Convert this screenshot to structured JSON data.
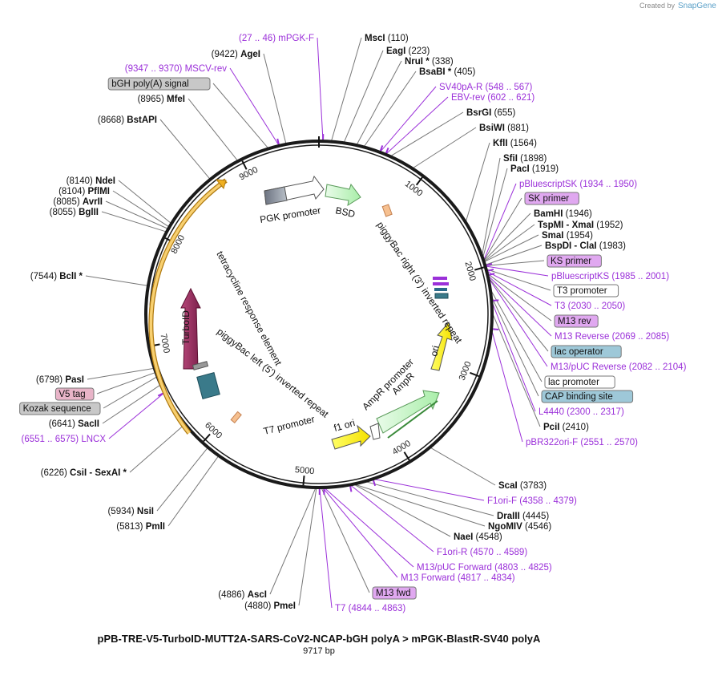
{
  "branding": {
    "created_by": "Created by",
    "product": "SnapGene"
  },
  "plasmid": {
    "name": "pPB-TRE-V5-TurboID-MUTT2A-SARS-CoV2-NCAP-bGH polyA > mPGK-BlastR-SV40 polyA",
    "length_label": "9717 bp",
    "length_bp": 9717
  },
  "ticks": [
    "1000",
    "2000",
    "3000",
    "4000",
    "5000",
    "6000",
    "7000",
    "8000",
    "9000"
  ],
  "features": [
    {
      "name": "PGK promoter",
      "type": "promoter"
    },
    {
      "name": "BSD",
      "type": "cds"
    },
    {
      "name": "piggyBac right (3') inverted repeat",
      "type": "repeat"
    },
    {
      "name": "ori",
      "type": "origin"
    },
    {
      "name": "AmpR",
      "type": "cds"
    },
    {
      "name": "AmpR promoter",
      "type": "promoter"
    },
    {
      "name": "f1 ori",
      "type": "origin"
    },
    {
      "name": "T7 promoter",
      "type": "promoter"
    },
    {
      "name": "piggyBac left (5') inverted repeat",
      "type": "repeat"
    },
    {
      "name": "tetracycline response element",
      "type": "misc"
    },
    {
      "name": "TurboID",
      "type": "cds"
    }
  ],
  "left_labels": [
    {
      "pos": "(27 .. 46)",
      "name": "mPGK-F",
      "style": "primer"
    },
    {
      "pos": "(9422)",
      "name": "AgeI",
      "style": "enzyme"
    },
    {
      "pos": "(9347 .. 9370)",
      "name": "MSCV-rev",
      "style": "primer"
    },
    {
      "pos": "",
      "name": "bGH poly(A) signal",
      "style": "box-gray"
    },
    {
      "pos": "(8965)",
      "name": "MfeI",
      "style": "enzyme"
    },
    {
      "pos": "(8668)",
      "name": "BstAPI",
      "style": "enzyme"
    },
    {
      "pos": "(8140)",
      "name": "NdeI",
      "style": "enzyme"
    },
    {
      "pos": "(8104)",
      "name": "PflMI",
      "style": "enzyme"
    },
    {
      "pos": "(8085)",
      "name": "AvrII",
      "style": "enzyme"
    },
    {
      "pos": "(8055)",
      "name": "BglII",
      "style": "enzyme"
    },
    {
      "pos": "(7544)",
      "name": "BclI *",
      "style": "enzyme"
    },
    {
      "pos": "(6798)",
      "name": "PasI",
      "style": "enzyme"
    },
    {
      "pos": "",
      "name": "V5 tag",
      "style": "box-pink"
    },
    {
      "pos": "",
      "name": "Kozak sequence",
      "style": "box-gray"
    },
    {
      "pos": "(6641)",
      "name": "SacII",
      "style": "enzyme"
    },
    {
      "pos": "(6551 .. 6575)",
      "name": "LNCX",
      "style": "primer"
    },
    {
      "pos": "(6226)",
      "name": "CsiI  - SexAI *",
      "style": "enzyme"
    },
    {
      "pos": "(5934)",
      "name": "NsiI",
      "style": "enzyme"
    },
    {
      "pos": "(5813)",
      "name": "PmlI",
      "style": "enzyme"
    },
    {
      "pos": "(4886)",
      "name": "AscI",
      "style": "enzyme"
    },
    {
      "pos": "(4880)",
      "name": "PmeI",
      "style": "enzyme"
    }
  ],
  "right_labels": [
    {
      "name": "MscI",
      "pos": "(110)",
      "style": "enzyme"
    },
    {
      "name": "EagI",
      "pos": "(223)",
      "style": "enzyme"
    },
    {
      "name": "NruI *",
      "pos": "(338)",
      "style": "enzyme"
    },
    {
      "name": "BsaBI *",
      "pos": "(405)",
      "style": "enzyme"
    },
    {
      "name": "SV40pA-R",
      "pos": "(548 .. 567)",
      "style": "primer"
    },
    {
      "name": "EBV-rev",
      "pos": "(602 .. 621)",
      "style": "primer"
    },
    {
      "name": "BsrGI",
      "pos": "(655)",
      "style": "enzyme"
    },
    {
      "name": "BsiWI",
      "pos": "(881)",
      "style": "enzyme"
    },
    {
      "name": "KflI",
      "pos": "(1564)",
      "style": "enzyme"
    },
    {
      "name": "SfiI",
      "pos": "(1898)",
      "style": "enzyme"
    },
    {
      "name": "PacI",
      "pos": "(1919)",
      "style": "enzyme"
    },
    {
      "name": "pBluescriptSK",
      "pos": "(1934 .. 1950)",
      "style": "primer"
    },
    {
      "name": "SK primer",
      "pos": "",
      "style": "box-purple"
    },
    {
      "name": "BamHI",
      "pos": "(1946)",
      "style": "enzyme"
    },
    {
      "name": "TspMI  - XmaI",
      "pos": "(1952)",
      "style": "enzyme"
    },
    {
      "name": "SmaI",
      "pos": "(1954)",
      "style": "enzyme"
    },
    {
      "name": "BspDI  - ClaI",
      "pos": "(1983)",
      "style": "enzyme"
    },
    {
      "name": "KS primer",
      "pos": "",
      "style": "box-purple"
    },
    {
      "name": "pBluescriptKS",
      "pos": "(1985 .. 2001)",
      "style": "primer"
    },
    {
      "name": "T3 promoter",
      "pos": "",
      "style": "box-white"
    },
    {
      "name": "T3",
      "pos": "(2030 .. 2050)",
      "style": "primer"
    },
    {
      "name": "M13 rev",
      "pos": "",
      "style": "box-purple"
    },
    {
      "name": "M13 Reverse",
      "pos": "(2069 .. 2085)",
      "style": "primer"
    },
    {
      "name": "lac operator",
      "pos": "",
      "style": "box-teal"
    },
    {
      "name": "M13/pUC Reverse",
      "pos": "(2082 .. 2104)",
      "style": "primer"
    },
    {
      "name": "lac promoter",
      "pos": "",
      "style": "box-white"
    },
    {
      "name": "CAP binding site",
      "pos": "",
      "style": "box-teal"
    },
    {
      "name": "L4440",
      "pos": "(2300 .. 2317)",
      "style": "primer"
    },
    {
      "name": "PciI",
      "pos": "(2410)",
      "style": "enzyme"
    },
    {
      "name": "pBR322ori-F",
      "pos": "(2551 .. 2570)",
      "style": "primer"
    },
    {
      "name": "ScaI",
      "pos": "(3783)",
      "style": "enzyme"
    },
    {
      "name": "F1ori-F",
      "pos": "(4358 .. 4379)",
      "style": "primer"
    },
    {
      "name": "DraIII",
      "pos": "(4445)",
      "style": "enzyme"
    },
    {
      "name": "NgoMIV",
      "pos": "(4546)",
      "style": "enzyme"
    },
    {
      "name": "NaeI",
      "pos": "(4548)",
      "style": "enzyme"
    },
    {
      "name": "F1ori-R",
      "pos": "(4570 .. 4589)",
      "style": "primer"
    },
    {
      "name": "M13/pUC Forward",
      "pos": "(4803 .. 4825)",
      "style": "primer"
    },
    {
      "name": "M13 Forward",
      "pos": "(4817 .. 4834)",
      "style": "primer"
    },
    {
      "name": "M13 fwd",
      "pos": "",
      "style": "box-purple"
    },
    {
      "name": "T7",
      "pos": "(4844 .. 4863)",
      "style": "primer"
    }
  ],
  "colors": {
    "primer": "#9b30d9",
    "enzyme": "#111111",
    "box_gray": "#c8c8c8",
    "box_pink": "#e8b4c8",
    "box_purple": "#e0a8f0",
    "box_teal": "#9ec8d8",
    "turboid": "#9b2c63",
    "ori": "#ffee00",
    "ampr": "#c8f5c8",
    "tre": "#f0b020",
    "backbone": "#1a1a1a"
  }
}
